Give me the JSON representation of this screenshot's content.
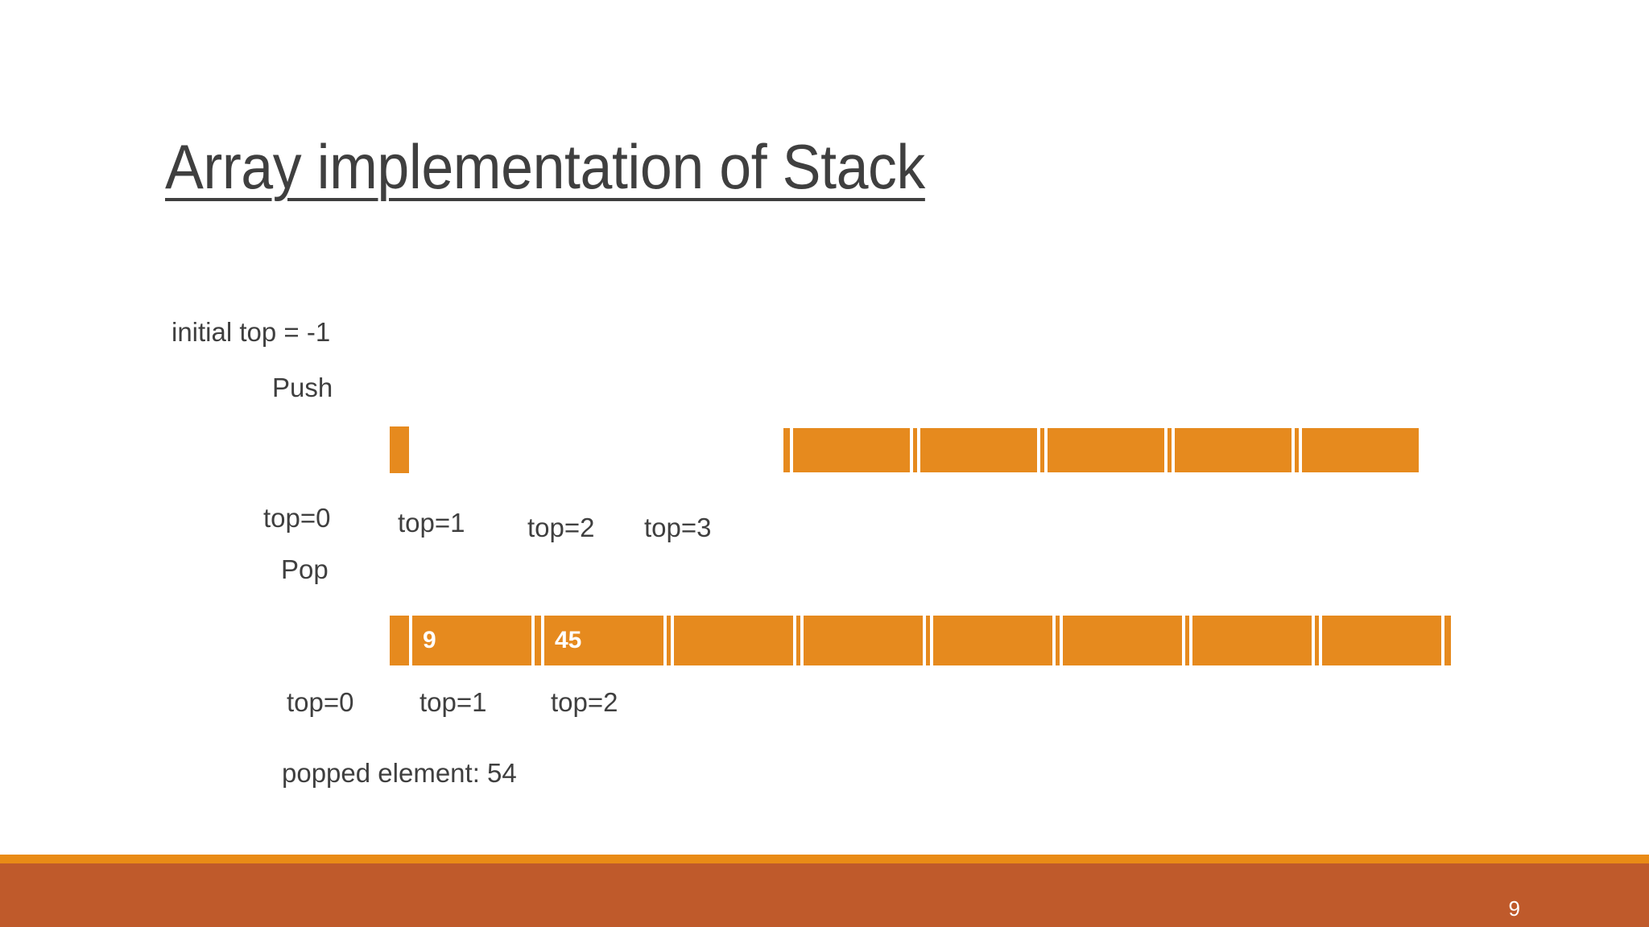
{
  "slide": {
    "title": "Array implementation of Stack",
    "page_number": "9",
    "accent_color": "#E98B16",
    "footer_color": "#BF5A2B",
    "bar_color": "#E68A1E",
    "text_color": "#3F3F3F"
  },
  "labels": {
    "initial_top": "initial  top = -1",
    "push": "Push",
    "pop": "Pop",
    "popped": "popped element: 54"
  },
  "push_row": {
    "name": "push",
    "top_labels": [
      "top=0",
      "top=1",
      "top=2",
      "top=3"
    ],
    "left_cells": [
      {
        "value": "",
        "width": 24
      }
    ],
    "right_cells": [
      {
        "value": "",
        "width": 8
      },
      {
        "value": "",
        "width": 145
      },
      {
        "value": "",
        "width": 5
      },
      {
        "value": "",
        "width": 145
      },
      {
        "value": "",
        "width": 5
      },
      {
        "value": "",
        "width": 145
      },
      {
        "value": "",
        "width": 5
      },
      {
        "value": "",
        "width": 145
      },
      {
        "value": "",
        "width": 5
      },
      {
        "value": "",
        "width": 145
      }
    ]
  },
  "pop_row": {
    "name": "pop",
    "top_labels": [
      "top=0",
      "top=1",
      "top=2"
    ],
    "cells": [
      {
        "value": "",
        "width": 24
      },
      {
        "value": "9",
        "width": 148
      },
      {
        "value": "",
        "width": 8
      },
      {
        "value": "45",
        "width": 148
      },
      {
        "value": "",
        "width": 5
      },
      {
        "value": "",
        "width": 148
      },
      {
        "value": "",
        "width": 5
      },
      {
        "value": "",
        "width": 148
      },
      {
        "value": "",
        "width": 5
      },
      {
        "value": "",
        "width": 148
      },
      {
        "value": "",
        "width": 5
      },
      {
        "value": "",
        "width": 148
      },
      {
        "value": "",
        "width": 5
      },
      {
        "value": "",
        "width": 148
      },
      {
        "value": "",
        "width": 5
      },
      {
        "value": "",
        "width": 148
      },
      {
        "value": "",
        "width": 8
      }
    ]
  }
}
